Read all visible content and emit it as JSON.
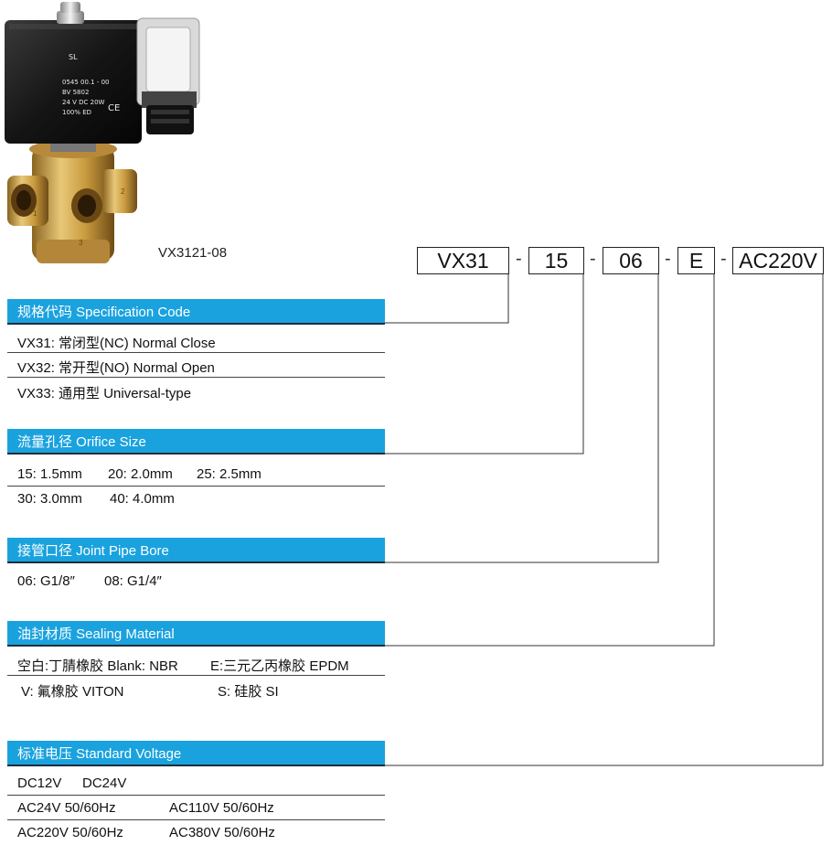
{
  "product": {
    "model_caption": "VX3121-08",
    "coil_lines": [
      "SL",
      "0545 00.1 - 00",
      "BV 5802",
      "24 V DC 20W",
      "100% ED"
    ],
    "coil_mark": "CE",
    "port_labels": [
      "1",
      "2",
      "3"
    ]
  },
  "code": {
    "segments": [
      "VX31",
      "15",
      "06",
      "E",
      "AC220V"
    ],
    "separator": "-"
  },
  "sections": [
    {
      "header": "规格代码 Specification Code",
      "rows": [
        [
          "VX31: 常闭型(NC) Normal Close"
        ],
        [
          "VX32: 常开型(NO) Normal Open"
        ],
        [
          "VX33: 通用型 Universal-type"
        ]
      ]
    },
    {
      "header": "流量孔径 Orifice Size",
      "rows": [
        [
          "15: 1.5mm",
          "20: 2.0mm",
          "25: 2.5mm"
        ],
        [
          "30: 3.0mm",
          "40: 4.0mm"
        ]
      ]
    },
    {
      "header": "接管口径 Joint Pipe Bore",
      "rows": [
        [
          "06: G1/8″",
          "08: G1/4″"
        ]
      ]
    },
    {
      "header": "油封材质 Sealing Material",
      "rows": [
        [
          "空白:丁腈橡胶 Blank: NBR",
          "E:三元乙丙橡胶 EPDM"
        ],
        [
          "V: 氟橡胶 VITON",
          "S: 硅胶 SI"
        ]
      ]
    },
    {
      "header": "标准电压 Standard Voltage",
      "rows": [
        [
          "DC12V",
          "DC24V"
        ],
        [
          "AC24V  50/60Hz",
          "AC110V  50/60Hz"
        ],
        [
          "AC220V  50/60Hz",
          "AC380V  50/60Hz"
        ]
      ]
    }
  ],
  "colors": {
    "header_bg": "#1aa2de",
    "header_text": "#ffffff",
    "line": "#222222"
  }
}
